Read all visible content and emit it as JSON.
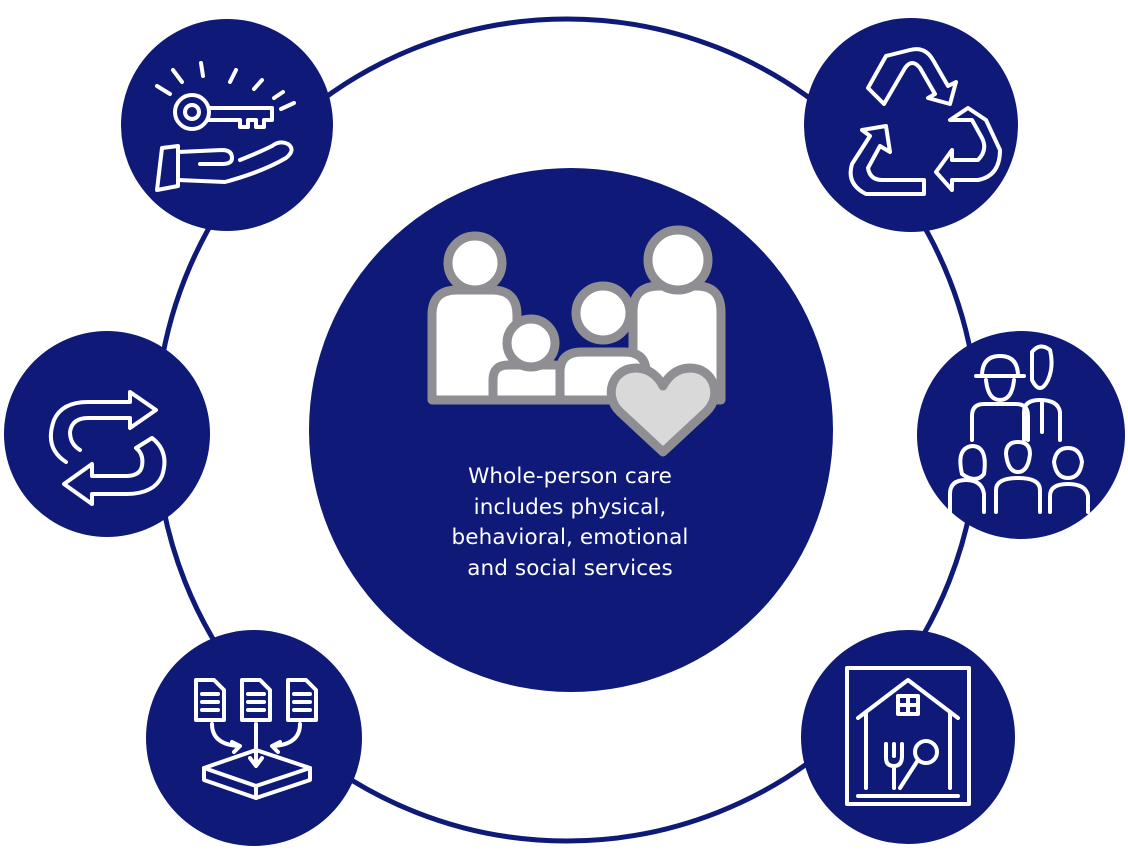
{
  "colors": {
    "navy": "#0f1978",
    "white": "#ffffff",
    "family_stroke": "#8e8e93",
    "family_fill": "#ffffff",
    "heart_fill": "#d9d9d9"
  },
  "center": {
    "icon": "family-with-heart-icon",
    "text_lines": [
      "Whole-person care",
      "includes physical,",
      "behavioral, emotional",
      "and social services"
    ]
  },
  "nodes": [
    {
      "icon": "key-in-hand-icon"
    },
    {
      "icon": "recycle-icon"
    },
    {
      "icon": "exchange-arrows-icon"
    },
    {
      "icon": "workforce-group-icon"
    },
    {
      "icon": "documents-merge-icon"
    },
    {
      "icon": "home-food-icon"
    }
  ]
}
